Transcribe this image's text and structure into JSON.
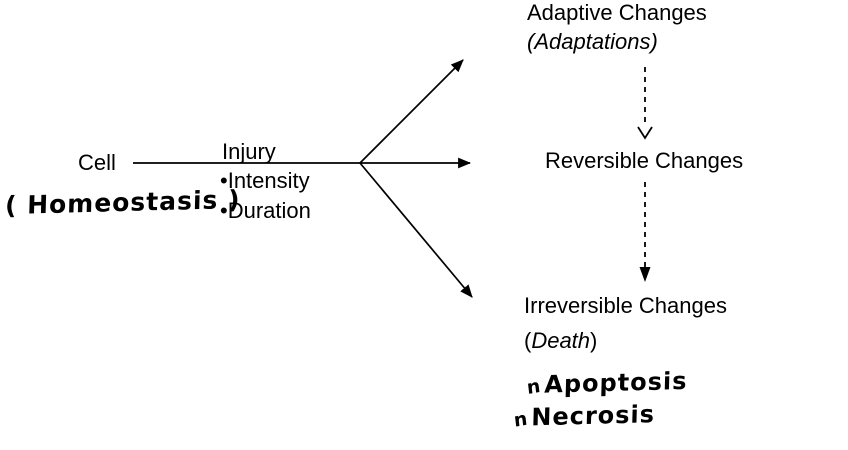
{
  "diagram": {
    "description": "Cell injury outcomes flow diagram",
    "colors": {
      "ink": "#000000",
      "background": "#ffffff"
    },
    "cell": {
      "label": "Cell",
      "annotation": "( Homeostasis )"
    },
    "injury": {
      "label": "Injury",
      "bullets": [
        {
          "text": "•Intensity"
        },
        {
          "text": "•Duration"
        }
      ]
    },
    "outcomes": {
      "adaptive": {
        "line1": "Adaptive Changes",
        "line2": "(Adaptations)"
      },
      "reversible": {
        "label": "Reversible Changes"
      },
      "irreversible": {
        "line1": "Irreversible Changes",
        "paren_open": "(",
        "word_italic": "Death",
        "paren_close": ")",
        "notes": [
          {
            "bullet": "n",
            "text": "Apoptosis"
          },
          {
            "bullet": "n",
            "text": "Necrosis"
          }
        ]
      }
    }
  }
}
